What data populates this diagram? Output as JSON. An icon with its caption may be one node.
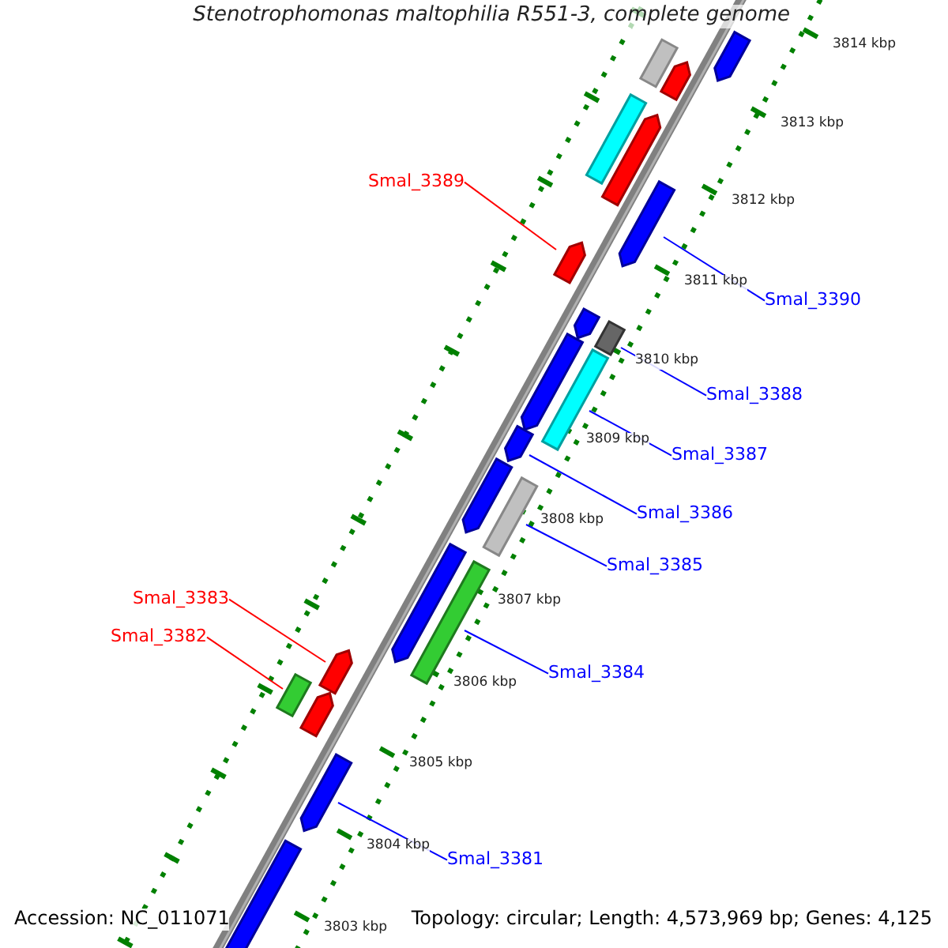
{
  "diagram": {
    "title": "Stenotrophomonas maltophilia R551-3, complete genome",
    "nodes": [
      {
        "text": [
          "Smal_3389"
        ]
      },
      {
        "text": [
          "Smal_3390"
        ]
      },
      {
        "text": [
          "Smal_3388"
        ]
      },
      {
        "text": [
          "Smal_3387"
        ]
      },
      {
        "text": [
          "Smal_3386"
        ]
      },
      {
        "text": [
          "Smal_3385"
        ]
      },
      {
        "text": [
          "Smal_3383"
        ]
      },
      {
        "text": [
          "Smal_3382"
        ]
      },
      {
        "text": [
          "Smal_3384"
        ]
      },
      {
        "text": [
          "Smal_3381"
        ]
      },
      {
        "text": [],
        "shape": "bar"
      },
      {
        "text": [],
        "shape": "bar"
      },
      {
        "text": [],
        "shape": "bar"
      },
      {
        "text": [],
        "shape": "bar"
      },
      {
        "text": [],
        "shape": "bar"
      },
      {
        "text": [],
        "shape": "bar"
      },
      {
        "text": [],
        "shape": "bar"
      },
      {
        "text": [],
        "shape": "bar"
      },
      {
        "text": [],
        "shape": "bar"
      },
      {
        "text": [],
        "shape": "bar"
      },
      {
        "text": [],
        "shape": "bar"
      },
      {
        "text": [],
        "shape": "bar"
      },
      {
        "text": [],
        "shape": "bar"
      },
      {
        "text": [],
        "shape": "bar"
      },
      {
        "text": [],
        "shape": "bar"
      },
      {
        "text": [],
        "shape": "bar"
      }
    ],
    "edges": [
      {
        "from": 0,
        "to": 10,
        "arrow": "none",
        "color": "#ff0000"
      },
      {
        "from": 1,
        "to": 11,
        "arrow": "none"
      },
      {
        "from": 2,
        "to": 12,
        "arrow": "none"
      },
      {
        "from": 3,
        "to": 13,
        "arrow": "none"
      },
      {
        "from": 4,
        "to": 14,
        "arrow": "none"
      },
      {
        "from": 5,
        "to": 15,
        "arrow": "none"
      },
      {
        "from": 6,
        "to": 16,
        "arrow": "none",
        "color": "#ff0000"
      },
      {
        "from": 7,
        "to": 17,
        "arrow": "none",
        "color": "#ff0000"
      },
      {
        "from": 8,
        "to": 18,
        "arrow": "none"
      },
      {
        "from": 9,
        "to": 19,
        "arrow": "none"
      }
    ],
    "labels": [
      "3814 kbp",
      "3813 kbp",
      "3812 kbp",
      "3811 kbp",
      "3810 kbp",
      "3809 kbp",
      "3808 kbp",
      "3807 kbp",
      "3806 kbp",
      "3805 kbp",
      "3804 kbp",
      "3803 kbp",
      "Accession: NC_011071",
      "Topology: circular; Length: 4,573,969 bp; Genes: 4,125"
    ]
  }
}
